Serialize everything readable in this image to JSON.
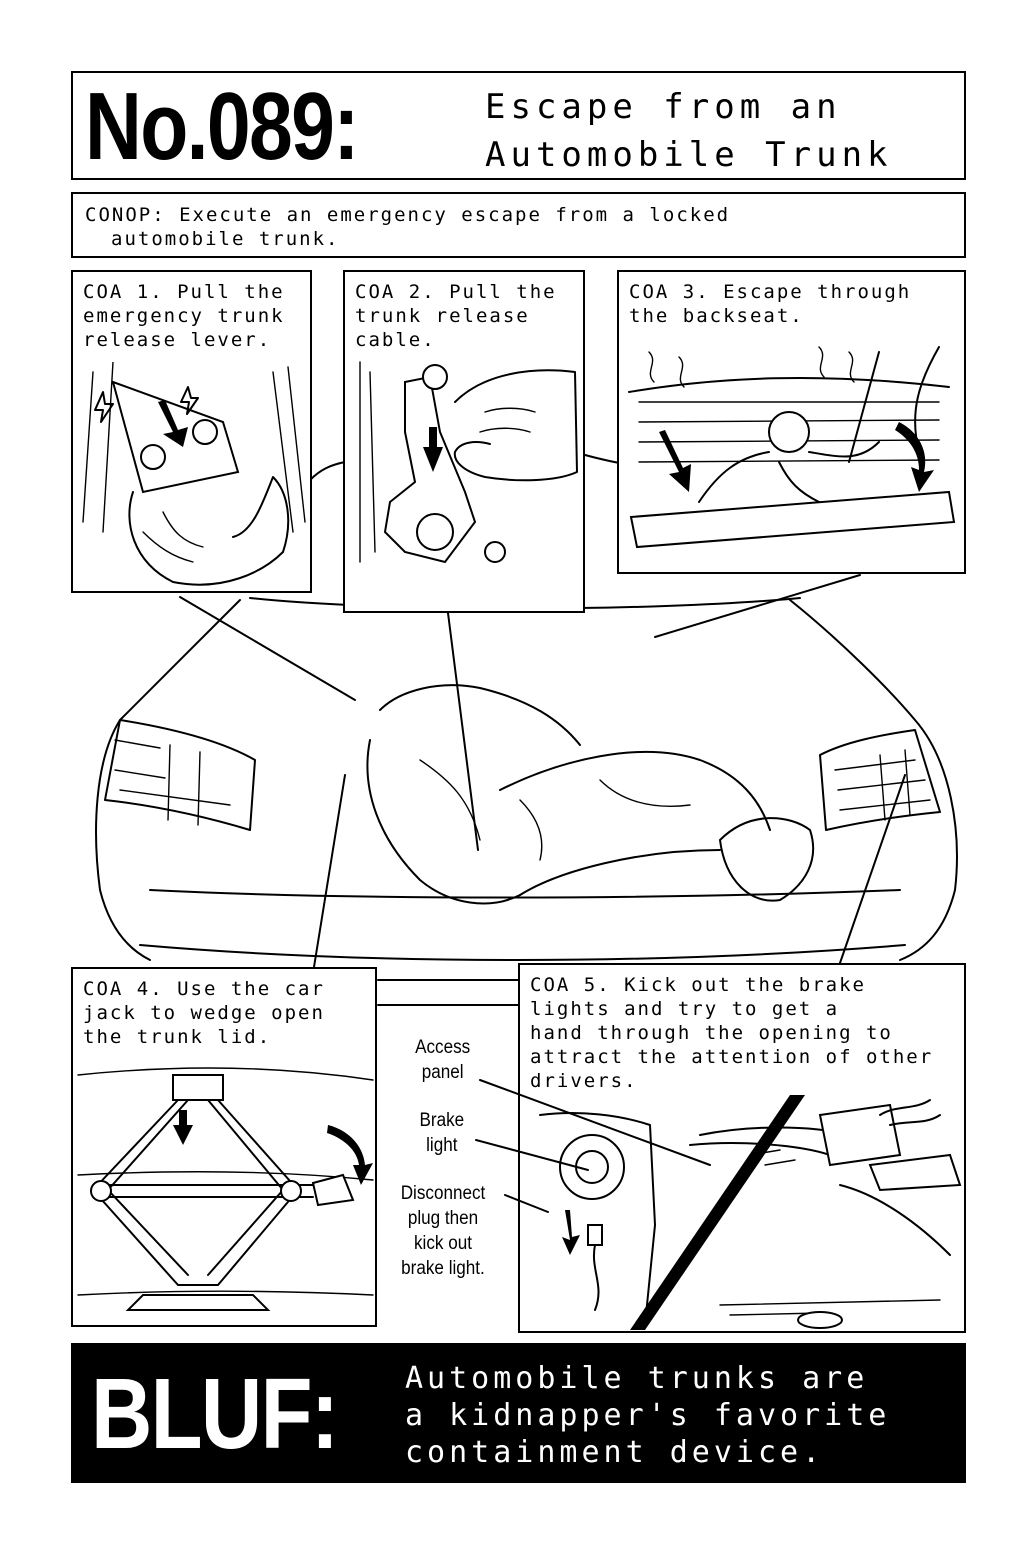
{
  "header": {
    "number": "No.089:",
    "title_line1": "Escape from an",
    "title_line2": "Automobile Trunk"
  },
  "conop": {
    "line1": "CONOP: Execute an emergency escape from a locked",
    "line2": "automobile trunk."
  },
  "coas": [
    {
      "text": "COA 1. Pull the\nemergency trunk\nrelease lever."
    },
    {
      "text": "COA 2. Pull the\ntrunk release\ncable."
    },
    {
      "text": "COA 3. Escape through\nthe backseat."
    },
    {
      "text": "COA 4. Use the car\njack to wedge open\nthe trunk lid."
    },
    {
      "text": "COA 5. Kick out the brake\nlights and try to get a\nhand through the opening to\nattract the attention of other\ndrivers."
    }
  ],
  "callouts": {
    "access_panel": "Access\npanel",
    "brake_light": "Brake\nlight",
    "disconnect": "Disconnect\nplug then\nkick out\nbrake light."
  },
  "bluf": {
    "label": "BLUF:",
    "text": "Automobile trunks are\na kidnapper's favorite\ncontainment device."
  },
  "icons": [
    "car-trunk-illustration",
    "lever-hand-illustration",
    "cable-hand-illustration",
    "backseat-escape-illustration",
    "car-jack-illustration",
    "brake-light-illustration"
  ]
}
